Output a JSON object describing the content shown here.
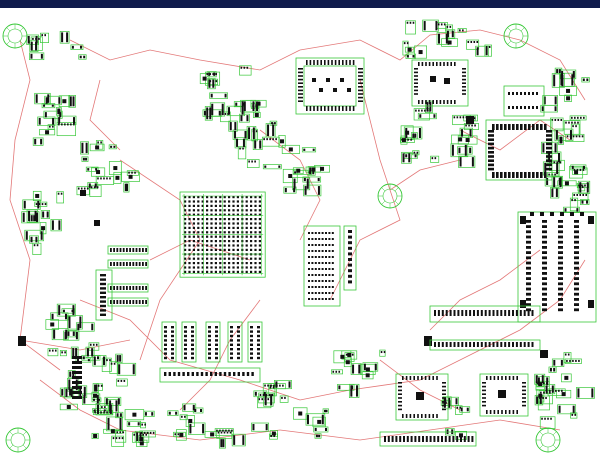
{
  "view": {
    "kind": "pcb-layout",
    "background": "#ffffff",
    "header_strip_color": "#0f1b4c",
    "colors": {
      "outline": "#39c839",
      "ratsnest": "#e06a6a",
      "pad": "#111111"
    }
  },
  "components": {
    "bga_center": {
      "name": "central-bga-package",
      "rows": 18,
      "cols": 18
    },
    "qfp_top_center": {
      "name": "qfp-top-center"
    },
    "qfp_top_right": {
      "name": "qfp-top-right"
    },
    "square_outline_right": {
      "name": "square-pad-ring-right"
    },
    "connector_right": {
      "name": "connector-bank-right"
    },
    "headers_left": {
      "name": "pin-headers-left"
    },
    "headers_mid_right": {
      "name": "pin-headers-mid-right"
    },
    "dip_bottom_center": {
      "name": "dip-row-bottom-center"
    },
    "qfp_bottom_right_a": {
      "name": "qfp-bottom-right-a"
    },
    "qfp_bottom_right_b": {
      "name": "qfp-bottom-right-b"
    },
    "edge_connector_bottom": {
      "name": "edge-connector-bottom"
    },
    "mounting_holes": {
      "name": "mounting-holes",
      "count": 5
    }
  }
}
